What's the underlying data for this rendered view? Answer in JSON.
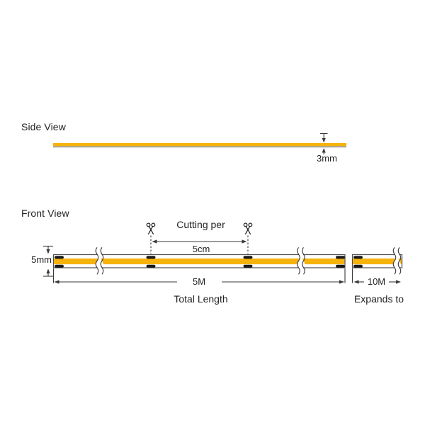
{
  "colors": {
    "background": "#FFFFFF",
    "strip_yellow": "#F6B30E",
    "substrate_gray": "#9D9D9C",
    "outline_gray": "#4D4D4F",
    "pad_black": "#1A1A1A",
    "line_dark": "#3A3A3C",
    "text_dark": "#231F20"
  },
  "side_view": {
    "label": "Side View",
    "thickness": "3mm"
  },
  "front_view": {
    "label": "Front View",
    "cutting_caption": "Cutting per",
    "cut_interval": "5cm",
    "strip_height": "5mm",
    "total_length": "5M",
    "total_length_caption": "Total Length",
    "expanded_length": "10M",
    "expanded_caption": "Expands to"
  }
}
